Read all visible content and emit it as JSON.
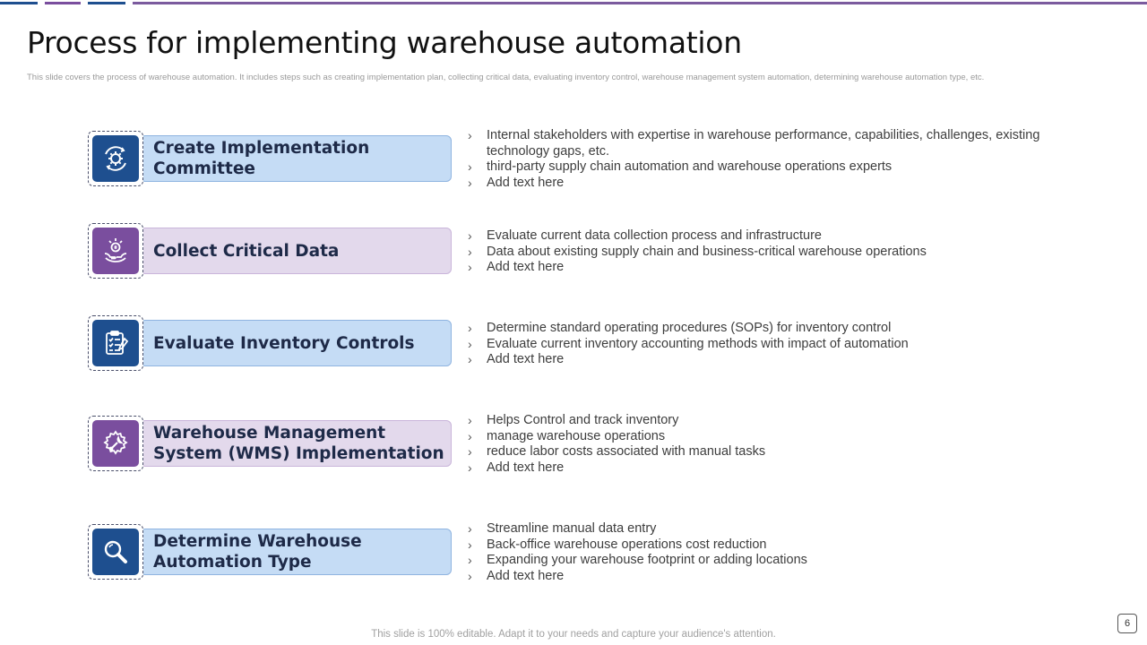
{
  "colors": {
    "blue_icon": "#1e4f8f",
    "purple_icon": "#7a4e9e",
    "blue_label_bg": "#c5dcf5",
    "blue_label_border": "#8fb4e0",
    "purple_label_bg": "#e3d9ec",
    "purple_label_border": "#c9b5da",
    "top_line": "#7b5b9e"
  },
  "page": {
    "title": "Process for implementing warehouse automation",
    "subtitle": "This slide covers the process of warehouse automation. It includes steps such as creating implementation  plan, collecting critical data, evaluating inventory control, warehouse management system automation, determining warehouse automation type, etc.",
    "footer": "This slide is 100% editable. Adapt it to your needs and capture your audience's attention.",
    "page_number": "6"
  },
  "steps": [
    {
      "label": "Create Implementation Committee",
      "icon": "gear-cycle-icon",
      "bullets": [
        "Internal stakeholders with expertise in warehouse performance, capabilities, challenges, existing technology gaps, etc.",
        "third-party supply chain automation and warehouse operations experts",
        "Add text here"
      ]
    },
    {
      "label": "Collect Critical Data",
      "icon": "hand-coin-icon",
      "bullets": [
        "Evaluate current data collection process and infrastructure",
        "Data about existing supply chain and business-critical warehouse operations",
        "Add text here"
      ]
    },
    {
      "label": "Evaluate Inventory Controls",
      "icon": "clipboard-checklist-icon",
      "bullets": [
        "Determine standard operating procedures (SOPs) for inventory control",
        "Evaluate current inventory accounting methods with impact of automation",
        "Add text here"
      ]
    },
    {
      "label": "Warehouse Management System (WMS) Implementation",
      "icon": "gear-wrench-icon",
      "bullets": [
        "Helps Control and track inventory",
        "manage warehouse operations",
        "reduce labor costs associated with manual tasks",
        "Add text here"
      ]
    },
    {
      "label": "Determine Warehouse Automation Type",
      "icon": "magnifier-icon",
      "bullets": [
        "Streamline manual data entry",
        "Back-office warehouse operations cost reduction",
        "Expanding your warehouse footprint or adding locations",
        "Add text here"
      ]
    }
  ]
}
